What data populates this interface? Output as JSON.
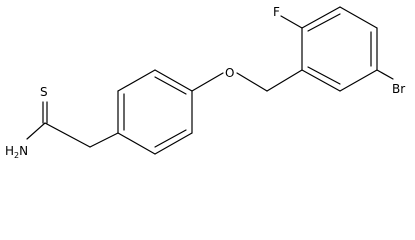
{
  "figure": {
    "type": "chemical-structure",
    "colors": {
      "line": "#000000",
      "background": "#ffffff"
    }
  },
  "atoms": {
    "fluorine": "F",
    "oxygen": "O",
    "bromine": "Br",
    "sulfur": "S",
    "amine_h": "H",
    "amine_sub": "2",
    "amine_n": "N"
  }
}
